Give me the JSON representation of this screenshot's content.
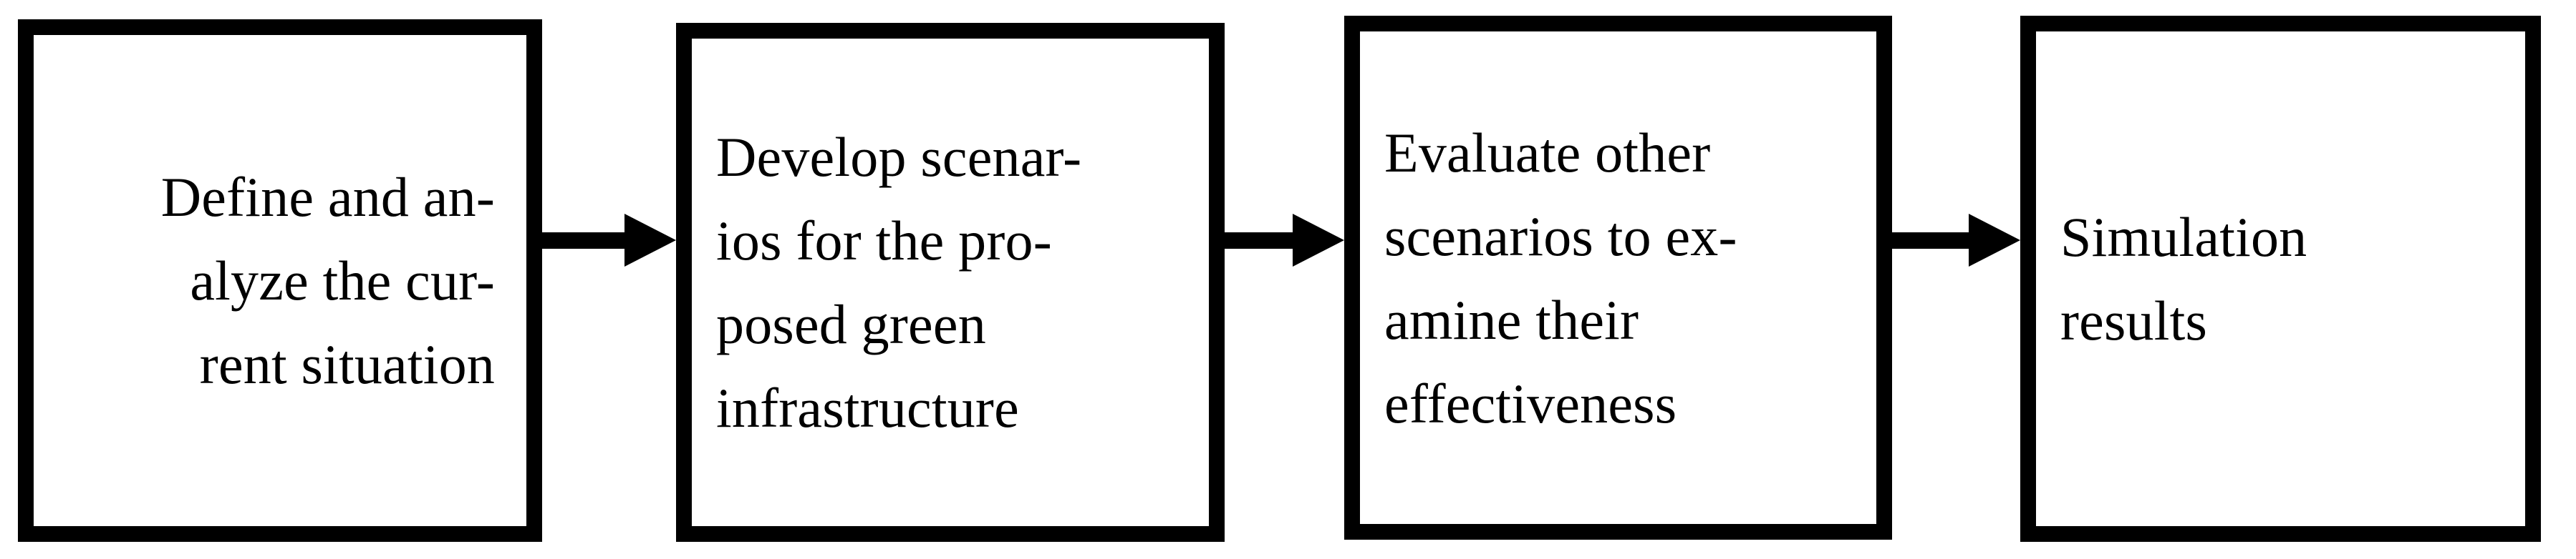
{
  "diagram": {
    "title": "Simulation workflow flowchart",
    "orientation": "left-to-right",
    "background_color": "#ffffff",
    "stroke_color": "#000000",
    "steps": [
      {
        "id": "step-1",
        "label": "Define and an-\nalyze the cur-\nrent situation",
        "plain_label": "Define and analyze the current situation",
        "align": "right"
      },
      {
        "id": "step-2",
        "label": "Develop scenar-\nios  for  the  pro-\nposed        green\ninfrastructure",
        "plain_label": "Develop scenarios for the proposed green infrastructure",
        "align": "justify"
      },
      {
        "id": "step-3",
        "label": "Evaluate other\nscenarios to ex-\namine their\neffectiveness",
        "plain_label": "Evaluate other scenarios to examine their effectiveness",
        "align": "left"
      },
      {
        "id": "step-4",
        "label": "Simulation\nresults",
        "plain_label": "Simulation results",
        "align": "left"
      }
    ],
    "connectors": [
      {
        "id": "arrow-1",
        "from": "step-1",
        "to": "step-2",
        "glyph": "right-arrow"
      },
      {
        "id": "arrow-2",
        "from": "step-2",
        "to": "step-3",
        "glyph": "right-arrow"
      },
      {
        "id": "arrow-3",
        "from": "step-3",
        "to": "step-4",
        "glyph": "right-arrow"
      }
    ]
  }
}
